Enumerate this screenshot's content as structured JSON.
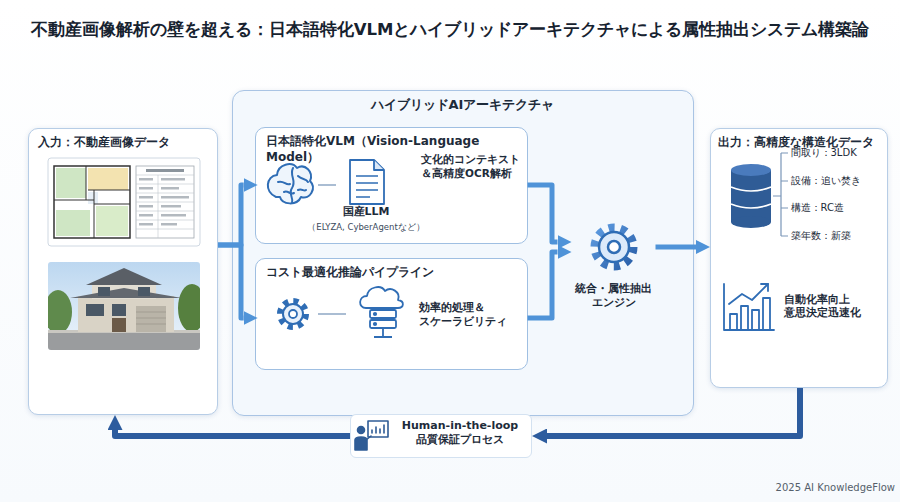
{
  "diagram": {
    "title": "不動産画像解析の壁を超える：日本語特化VLMとハイブリッドアーキテクチャによる属性抽出システム構築論",
    "nodes": [
      {
        "text": [
          "入力：不動産画像データ"
        ]
      },
      {
        "text": [
          "ハイブリッドAIアーキテクチャ"
        ]
      },
      {
        "text": [
          "日本語特化VLM（Vision-Language Model）",
          "文化的コンテキスト ＆高精度OCR解析",
          "国産LLM",
          "（ELYZA, CyberAgentなど）"
        ],
        "in": 1
      },
      {
        "text": [
          "コスト最適化推論パイプライン",
          "効率的処理＆ スケーラビリティ"
        ],
        "in": 1
      },
      {
        "text": [
          "統合・属性抽出 エンジン"
        ],
        "in": 1
      },
      {
        "text": [
          "出力：高精度な構造化データ",
          "間取り：3LDK",
          "設備：追い焚き",
          "構造：RC造",
          "築年数：新築",
          "自動化率向上 意思決定迅速化"
        ]
      },
      {
        "text": [
          "Human-in-the-loop 品質保証プロセス"
        ]
      }
    ],
    "edges": [
      {
        "from": 0,
        "to": 2,
        "arrow": "to"
      },
      {
        "from": 0,
        "to": 3,
        "arrow": "to"
      },
      {
        "from": 2,
        "to": 4,
        "arrow": "to"
      },
      {
        "from": 3,
        "to": 4,
        "arrow": "to"
      },
      {
        "from": 4,
        "to": 5,
        "arrow": "to"
      },
      {
        "from": 5,
        "to": 6,
        "arrow": "to"
      },
      {
        "from": 6,
        "to": 0,
        "arrow": "to"
      }
    ],
    "labels": [
      "2025 AI KnowledgeFlow"
    ]
  }
}
